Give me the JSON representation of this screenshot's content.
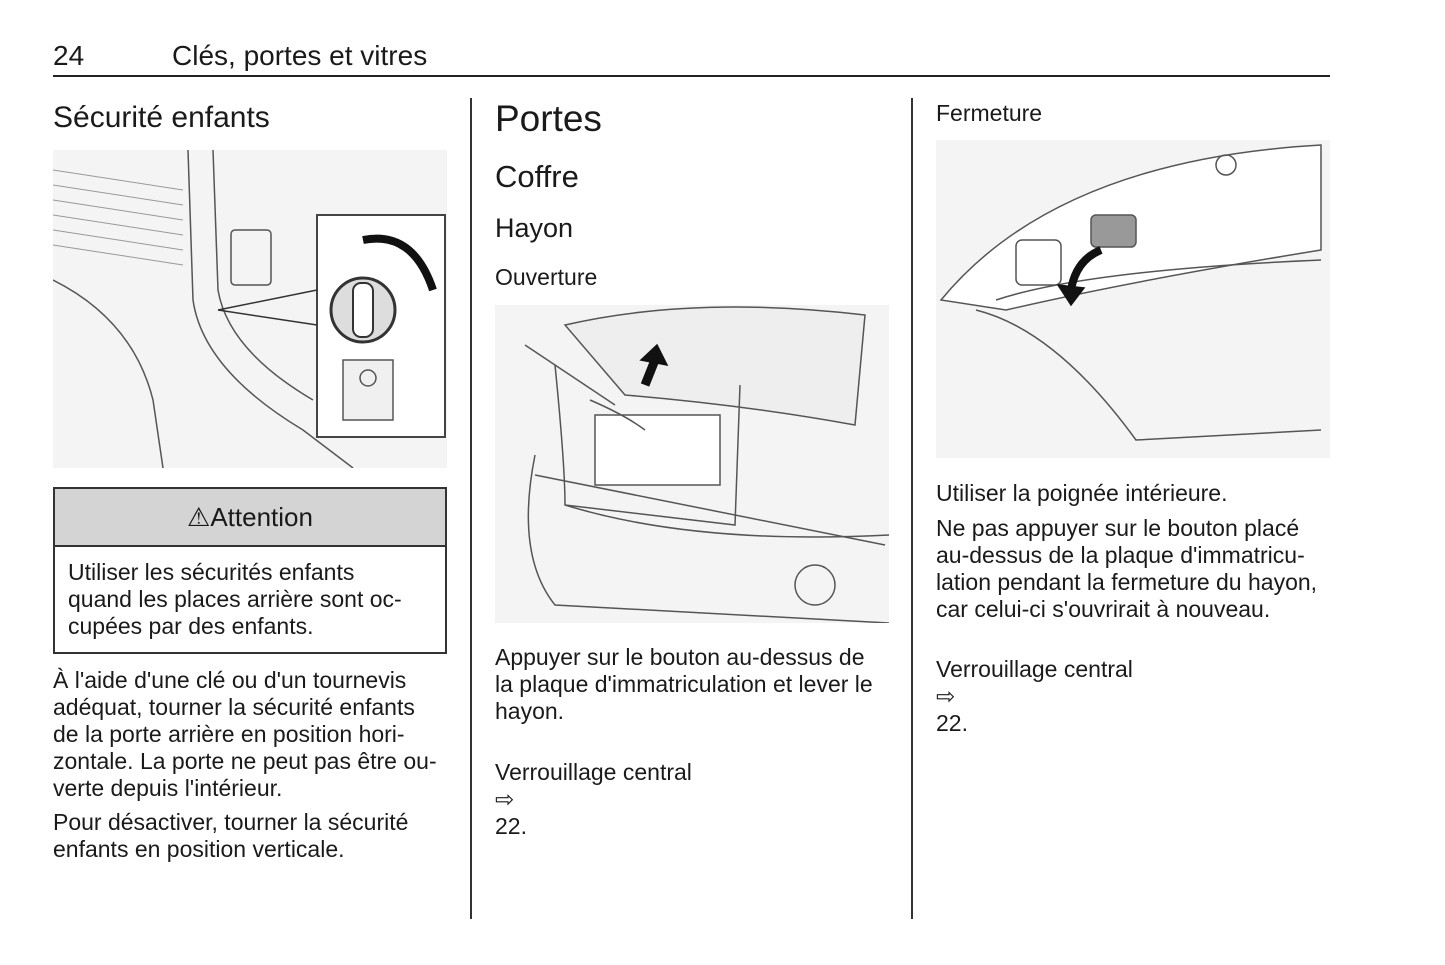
{
  "header": {
    "page_number": "24",
    "chapter_title": "Clés, portes et vitres"
  },
  "col1": {
    "heading": "Sécurité enfants",
    "warning": {
      "icon": "warning-triangle-icon",
      "title": "Attention",
      "text": "Utiliser les sécurités enfants\nquand les places arrière sont oc-\ncupées par des enfants."
    },
    "paragraphs": [
      "À l'aide d'une clé ou d'un tournevis\nadéquat, tourner la sécurité enfants\nde la porte arrière en position hori-\nzontale. La porte ne peut pas être ou-\nverte depuis l'intérieur.",
      "Pour désactiver, tourner la sécurité\nenfants en position verticale."
    ]
  },
  "col2": {
    "heading": "Portes",
    "subheading": "Coffre",
    "subsubheading": "Hayon",
    "section": "Ouverture",
    "paragraph": "Appuyer sur le bouton au-dessus de\nla plaque d'immatriculation et lever le\nhayon.",
    "reference": {
      "text": "Verrouillage central",
      "arrow": "⇨",
      "page": "22."
    }
  },
  "col3": {
    "section": "Fermeture",
    "paragraphs": [
      "Utiliser la poignée intérieure.",
      "Ne pas appuyer sur le bouton placé\nau-dessus de la plaque d'immatricu-\nlation pendant la fermeture du hayon,\ncar celui-ci s'ouvrirait à nouveau."
    ],
    "reference": {
      "text": "Verrouillage central",
      "arrow": "⇨",
      "page": "22."
    }
  }
}
